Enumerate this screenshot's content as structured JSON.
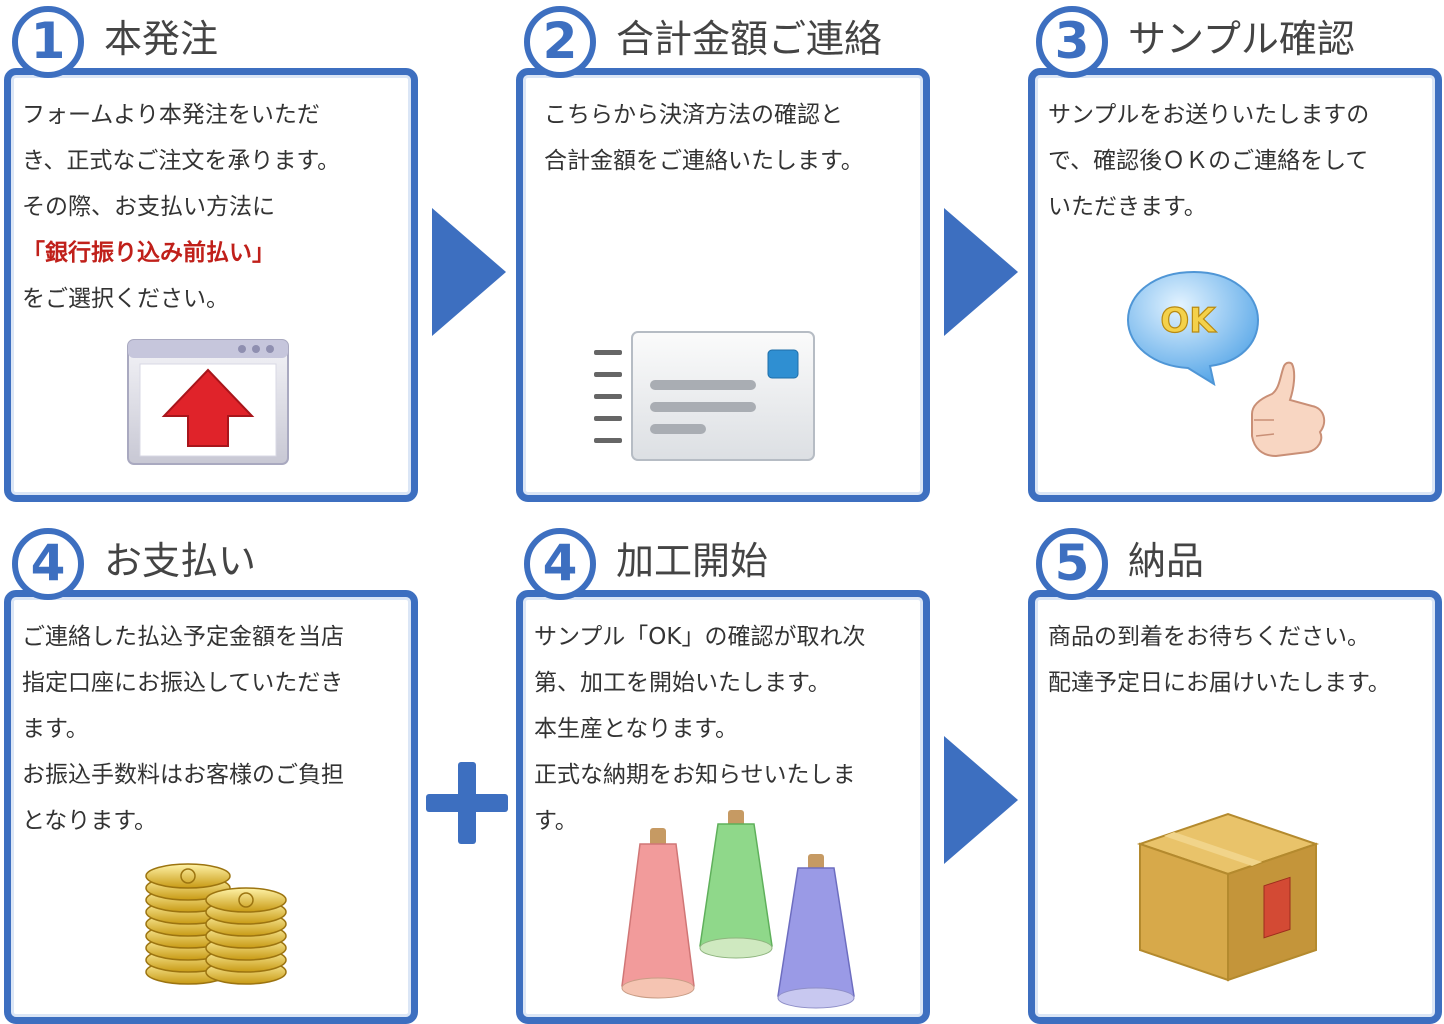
{
  "steps": [
    {
      "number": "1",
      "title": "本発注",
      "lines": [
        "フォームより本発注をいただ",
        "き、正式なご注文を承ります。",
        "その際、お支払い方法に"
      ],
      "highlight": "「銀行振り込み前払い」",
      "tail": "をご選択ください。",
      "icon": "upload-window-icon"
    },
    {
      "number": "2",
      "title": "合計金額ご連絡",
      "lines": [
        "こちらから決済方法の確認と",
        "合計金額をご連絡いたします。"
      ],
      "icon": "mail-card-icon"
    },
    {
      "number": "3",
      "title": "サンプル確認",
      "lines": [
        "サンプルをお送りいたしますの",
        "で、確認後ＯＫのご連絡をして",
        "いただきます。"
      ],
      "bubble_text": "OK",
      "icon": "ok-thumbs-up-icon"
    },
    {
      "number": "4",
      "title": "お支払い",
      "lines": [
        "ご連絡した払込予定金額を当店",
        "指定口座にお振込していただき",
        "ます。",
        "お振込手数料はお客様のご負担",
        "となります。"
      ],
      "icon": "coins-icon"
    },
    {
      "number": "4",
      "title": "加工開始",
      "lines": [
        "サンプル「OK」の確認が取れ次",
        "第、加工を開始いたします。",
        "本生産となります。",
        "正式な納期をお知らせいたしま",
        "す。"
      ],
      "icon": "thread-spools-icon"
    },
    {
      "number": "5",
      "title": "納品",
      "lines": [
        "商品の到着をお待ちください。",
        "配達予定日にお届けいたします。"
      ],
      "icon": "cardboard-box-icon"
    }
  ],
  "connectors": [
    "arrow-right-icon",
    "arrow-right-icon",
    "plus-icon",
    "arrow-right-icon"
  ],
  "colors": {
    "frame": "#3d6fc0",
    "highlight": "#c0201a",
    "text": "#333333"
  }
}
